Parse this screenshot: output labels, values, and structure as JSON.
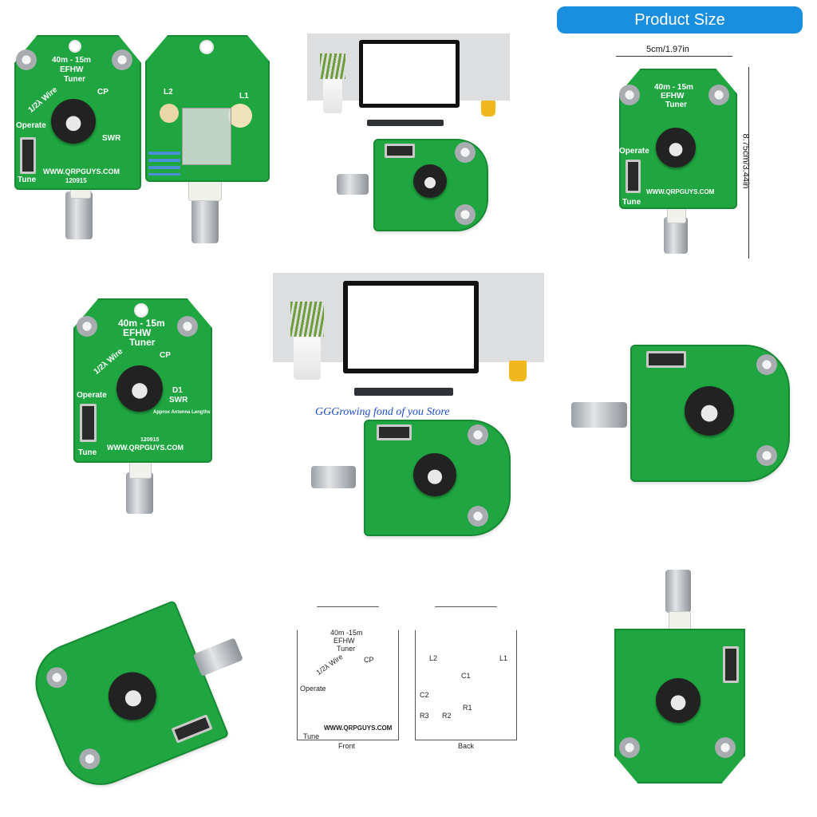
{
  "header": {
    "product_size_label": "Product Size"
  },
  "dimensions": {
    "width_label": "5cm/1.97in",
    "height_label": "8.75cm/3.44in"
  },
  "watermark": "GGGrowing fond of you Store",
  "board_text": {
    "band": "40m - 15m",
    "model": "EFHW",
    "type": "Tuner",
    "wire": "1/2λ Wire",
    "cp": "CP",
    "operate": "Operate",
    "tune": "Tune",
    "swr": "SWR",
    "d1": "D1",
    "url": "WWW.QRPGUYS.COM",
    "date": "120915",
    "note": "Approx Antenna Lengths"
  },
  "back_text": {
    "l1": "L1",
    "l2": "L2"
  },
  "diagram": {
    "front_caption": "Front",
    "back_caption": "Back",
    "band": "40m -15m",
    "model": "EFHW",
    "type": "Tuner",
    "wire": "1/2λ Wire",
    "cp": "CP",
    "operate": "Operate",
    "tune": "Tune",
    "url": "WWW.QRPGUYS.COM",
    "c1": "C1",
    "l1": "L1",
    "l2": "L2",
    "r1": "R1",
    "r2": "R2",
    "r3": "R3",
    "c2": "C2"
  },
  "colors": {
    "pcb_green": "#1fa640",
    "header_blue": "#1a8fe0",
    "watermark_blue": "#1e4fd0"
  }
}
